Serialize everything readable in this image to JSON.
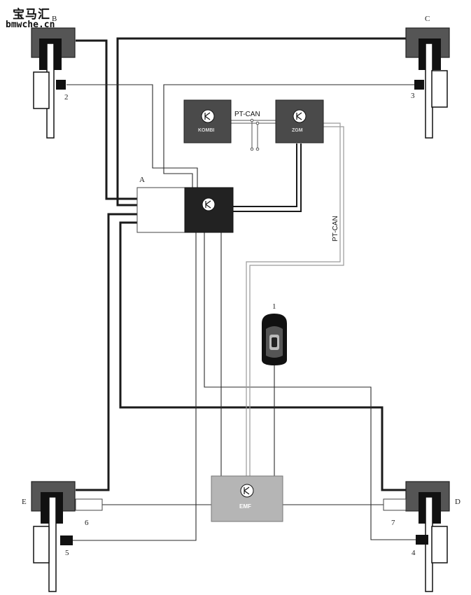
{
  "watermark": {
    "chinese": "宝马汇",
    "url": "bmwche.cn"
  },
  "wheel_labels": {
    "front_left": "B",
    "front_right": "C",
    "rear_left": "E",
    "rear_right": "D"
  },
  "sensor_labels": {
    "front_left": "2",
    "front_right": "3",
    "rear_left": "5",
    "rear_right": "4"
  },
  "component_labels": {
    "key": "1",
    "left_element": "6",
    "right_element": "7",
    "central_unit": "A"
  },
  "modules": {
    "kombi": "KOMBI",
    "zgm": "ZGM",
    "emf": "EMF"
  },
  "bus_labels": {
    "top": "PT-CAN",
    "vertical": "PT-CAN"
  }
}
